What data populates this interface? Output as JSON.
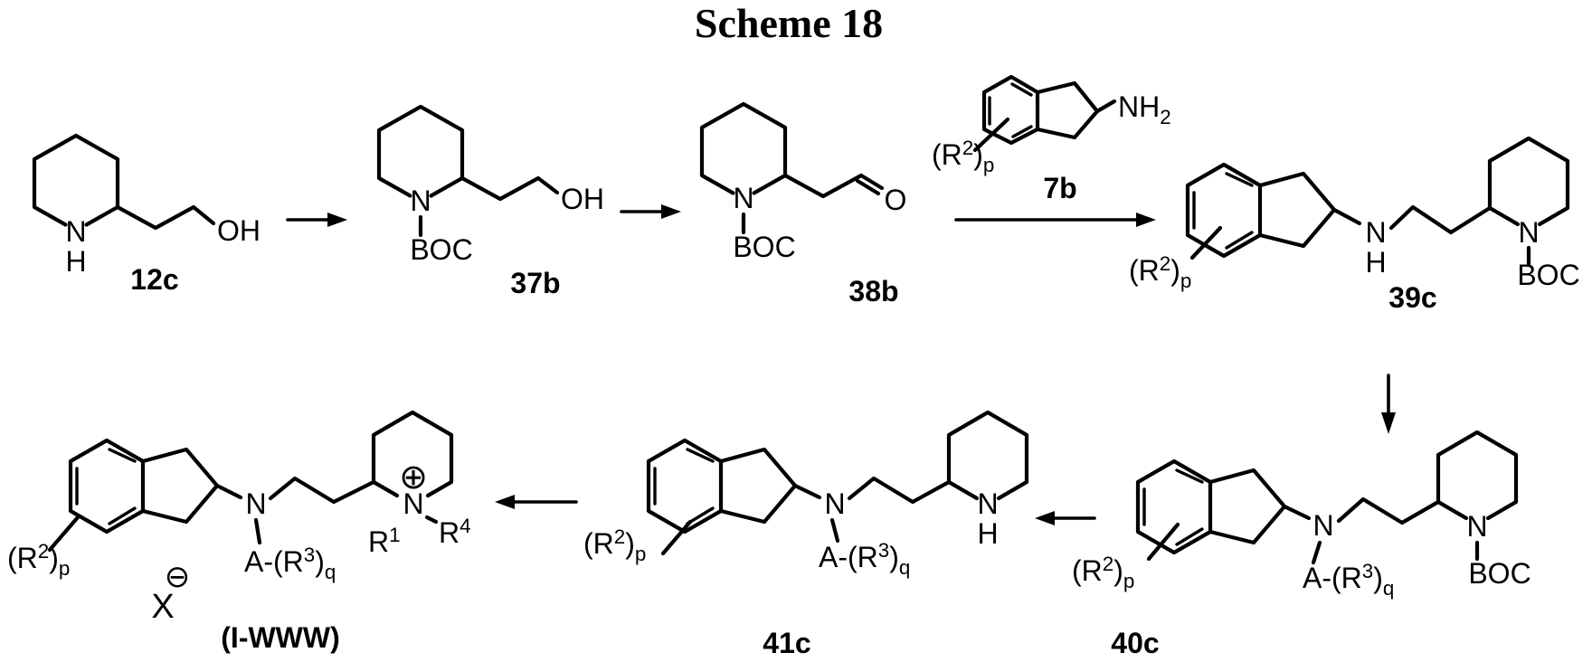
{
  "title": "Scheme 18",
  "colors": {
    "ink": "#000000",
    "background": "#ffffff"
  },
  "atoms": {
    "n": "N",
    "h": "H",
    "oh": "OH",
    "boc": "BOC",
    "o": "O",
    "x": "X"
  },
  "icons": {
    "positive_charge": "⊕",
    "negative_charge": "⊖"
  },
  "fragments": {
    "r2p": [
      {
        "t": "(R"
      },
      {
        "t": "2",
        "sup": true
      },
      {
        "t": ")"
      },
      {
        "t": "p",
        "sub": true
      }
    ],
    "ar3q": [
      {
        "t": "A-(R"
      },
      {
        "t": "3",
        "sup": true
      },
      {
        "t": ")"
      },
      {
        "t": "q",
        "sub": true
      }
    ],
    "nh2": [
      {
        "t": "NH"
      },
      {
        "t": "2",
        "sub": true
      }
    ],
    "r1": [
      {
        "t": "R"
      },
      {
        "t": "1",
        "sup": true
      }
    ],
    "r4": [
      {
        "t": "R"
      },
      {
        "t": "4",
        "sup": true
      }
    ]
  },
  "compounds": {
    "c12c": {
      "label": "12c"
    },
    "c37b": {
      "label": "37b"
    },
    "c38b": {
      "label": "38b"
    },
    "c7b": {
      "label": "7b"
    },
    "c39c": {
      "label": "39c"
    },
    "c40c": {
      "label": "40c"
    },
    "c41c": {
      "label": "41c"
    },
    "iwww": {
      "label": "(I-WWW)"
    }
  }
}
